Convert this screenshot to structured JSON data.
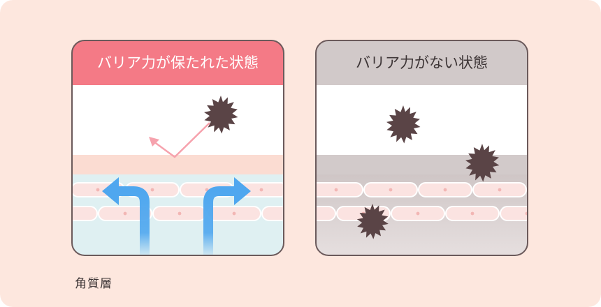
{
  "panels": [
    {
      "title": "バリア力が保たれた状態",
      "header_color": "#f47a86",
      "title_color": "#ffffff",
      "state": "barrier-intact"
    },
    {
      "title": "バリア力がない状態",
      "header_color": "#d1c9c9",
      "title_color": "#3d3536",
      "state": "barrier-lost"
    }
  ],
  "caption": "角質層",
  "colors": {
    "background": "#fde7de",
    "panel_border": "#6b5a5b",
    "cell_fill": "#fbe3e1",
    "cell_dot": "#f2b6b4",
    "arrow_blue": "#4fa7ef",
    "irritant": "#5a4446",
    "deflect_arrow": "#f6a2ad"
  }
}
